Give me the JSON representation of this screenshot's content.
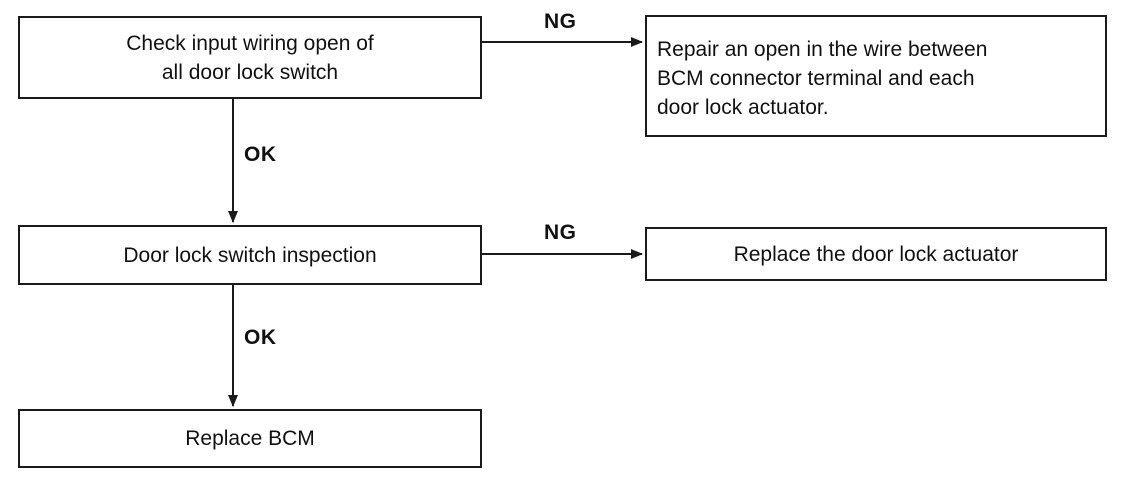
{
  "flowchart": {
    "step1": "Check input wiring open of\nall door lock switch",
    "step1_fail_action": "Repair an open in the wire between\nBCM connector terminal and each\ndoor lock actuator.",
    "step2": "Door lock switch inspection",
    "step2_fail_action": "Replace the door lock actuator",
    "step3": "Replace BCM",
    "ng_label_1": "NG",
    "ng_label_2": "NG",
    "ok_label_1": "OK",
    "ok_label_2": "OK"
  }
}
